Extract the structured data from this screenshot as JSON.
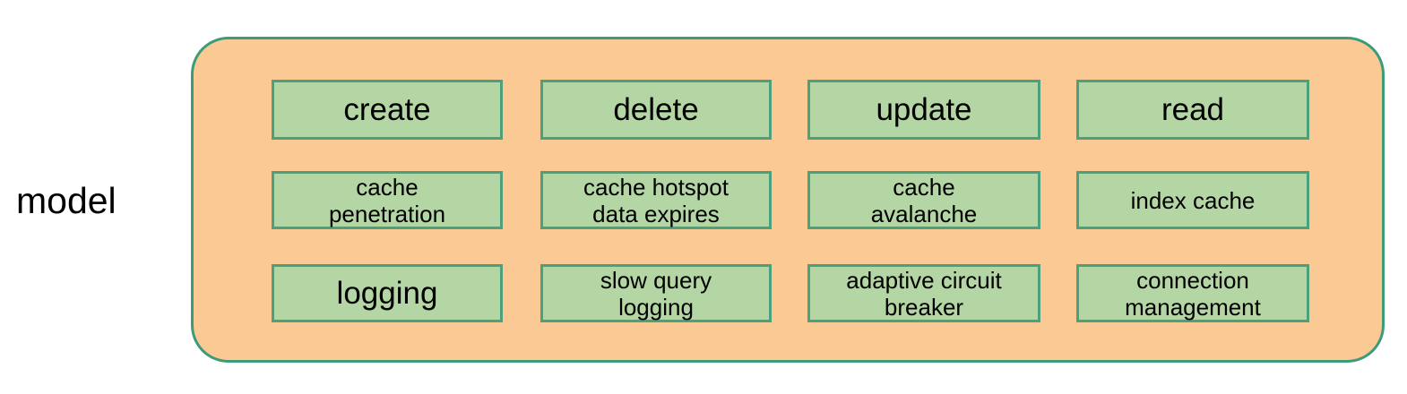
{
  "diagram": {
    "side_label": "model",
    "container": {
      "fill_color": "#FBC993",
      "border_color": "#3C9C79"
    },
    "cell_style": {
      "fill_color": "#B4D6A4",
      "border_color": "#4CA17C",
      "text_color": "#000000"
    },
    "rows": [
      {
        "cells": [
          {
            "label": "create",
            "emphasis": "large"
          },
          {
            "label": "delete",
            "emphasis": "large"
          },
          {
            "label": "update",
            "emphasis": "large"
          },
          {
            "label": "read",
            "emphasis": "large"
          }
        ]
      },
      {
        "cells": [
          {
            "label": "cache\npenetration",
            "emphasis": "normal"
          },
          {
            "label": "cache hotspot\ndata expires",
            "emphasis": "normal"
          },
          {
            "label": "cache\navalanche",
            "emphasis": "normal"
          },
          {
            "label": "index cache",
            "emphasis": "normal"
          }
        ]
      },
      {
        "cells": [
          {
            "label": "logging",
            "emphasis": "large"
          },
          {
            "label": "slow query\nlogging",
            "emphasis": "normal"
          },
          {
            "label": "adaptive circuit\nbreaker",
            "emphasis": "normal"
          },
          {
            "label": "connection\nmanagement",
            "emphasis": "normal"
          }
        ]
      }
    ]
  }
}
